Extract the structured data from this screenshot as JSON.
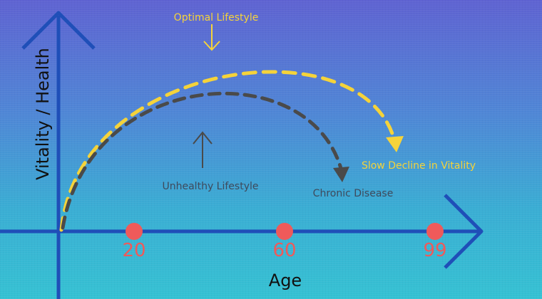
{
  "axes": {
    "y_label": "Vitality / Health",
    "x_label": "Age",
    "x_ticks": [
      "20",
      "60",
      "99"
    ]
  },
  "curves": {
    "optimal_label": "Optimal Lifestyle",
    "unhealthy_label": "Unhealthy Lifestyle"
  },
  "annotations": {
    "slow_decline": "Slow Decline in Vitality",
    "chronic_disease": "Chronic Disease"
  },
  "colors": {
    "axis": "#1f4fb8",
    "optimal": "#f5d33a",
    "unhealthy": "#4a4a4a",
    "tick_dot": "#ef5a5a",
    "tick_text": "#ef5a5a",
    "optimal_text": "#f5d33a",
    "dark_text": "#3e4a5c",
    "y_label_text": "#111111"
  }
}
